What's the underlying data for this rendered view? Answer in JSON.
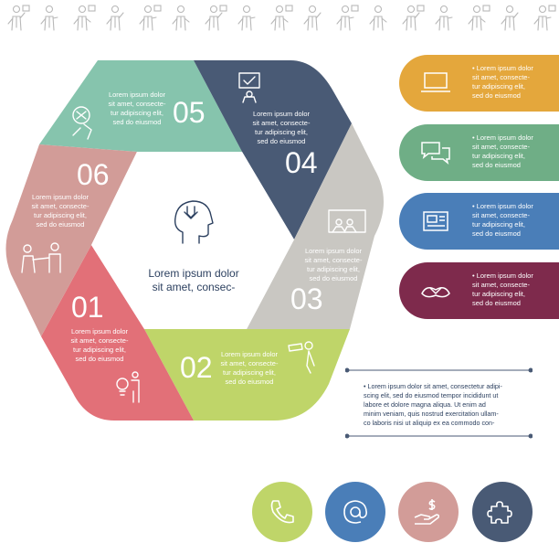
{
  "colors": {
    "teal": "#86c4ad",
    "navy": "#495a75",
    "grey": "#c9c7c2",
    "lime": "#bfd569",
    "red": "#e27078",
    "salmon": "#d29c98",
    "orange": "#e4a73c",
    "green": "#6fae86",
    "blue": "#4a7eb8",
    "maroon": "#7e2a4c",
    "dark": "#2d4160"
  },
  "segments": [
    {
      "number": "01",
      "text": "Lorem ipsum dolor\nsit amet, consecte-\ntur adipiscing elit,\nsed do eiusmod",
      "icon": "lightbulb-person-icon"
    },
    {
      "number": "02",
      "text": "Lorem ipsum dolor\nsit amet, consecte-\ntur adipiscing elit,\nsed do eiusmod",
      "icon": "binoculars-person-icon"
    },
    {
      "number": "03",
      "text": "Lorem ipsum dolor\nsit amet, consecte-\ntur adipiscing elit,\nsed do eiusmod",
      "icon": "presentation-icon"
    },
    {
      "number": "04",
      "text": "Lorem ipsum dolor\nsit amet, consecte-\ntur adipiscing elit,\nsed do eiusmod",
      "icon": "checklist-person-icon"
    },
    {
      "number": "05",
      "text": "Lorem ipsum dolor\nsit amet, consecte-\ntur adipiscing elit,\nsed do eiusmod",
      "icon": "stressed-person-icon"
    },
    {
      "number": "06",
      "text": "Lorem ipsum dolor\nsit amet, consecte-\ntur adipiscing elit,\nsed do eiusmod",
      "icon": "puzzle-people-icon"
    }
  ],
  "center": {
    "title": "Lorem ipsum dolor\nsit amet, consec-",
    "icon": "head-download-icon"
  },
  "pills": [
    {
      "text": "• Lorem ipsum dolor\nsit amet, consecte-\ntur adipiscing elit,\nsed do eiusmod",
      "icon": "laptop-icon"
    },
    {
      "text": "• Lorem ipsum dolor\nsit amet, consecte-\ntur adipiscing elit,\nsed do eiusmod",
      "icon": "chat-bubbles-icon"
    },
    {
      "text": "• Lorem ipsum dolor\nsit amet, consecte-\ntur adipiscing elit,\nsed do eiusmod",
      "icon": "newspaper-icon"
    },
    {
      "text": "• Lorem ipsum dolor\nsit amet, consecte-\ntur adipiscing elit,\nsed do eiusmod",
      "icon": "handshake-icon"
    }
  ],
  "note": {
    "text": "• Lorem ipsum dolor sit amet, consectetur adipi-\nscing elit, sed do eiusmod tempor incididunt ut\nlabore et dolore magna aliqua. Ut enim ad\nminim veniam, quis nostrud exercitation ullam-\nco laboris nisi ut aliquip ex ea commodo con-"
  },
  "circles": [
    {
      "icon": "phone-icon"
    },
    {
      "icon": "at-sign-icon"
    },
    {
      "icon": "hand-dollar-icon"
    },
    {
      "icon": "puzzle-piece-icon"
    }
  ],
  "top_icons": [
    "brainstorm-icon",
    "gift-person-icon",
    "idea-person-icon",
    "walking-person-icon",
    "team-icon",
    "growth-chart-icon",
    "meeting-board-icon",
    "business-people-icon",
    "gears-icon",
    "thinking-person-icon",
    "speech-person-icon",
    "group-icon",
    "teamwork-icon",
    "gear-head-icon",
    "location-person-icon",
    "search-person-icon",
    "telescope-person-icon"
  ]
}
